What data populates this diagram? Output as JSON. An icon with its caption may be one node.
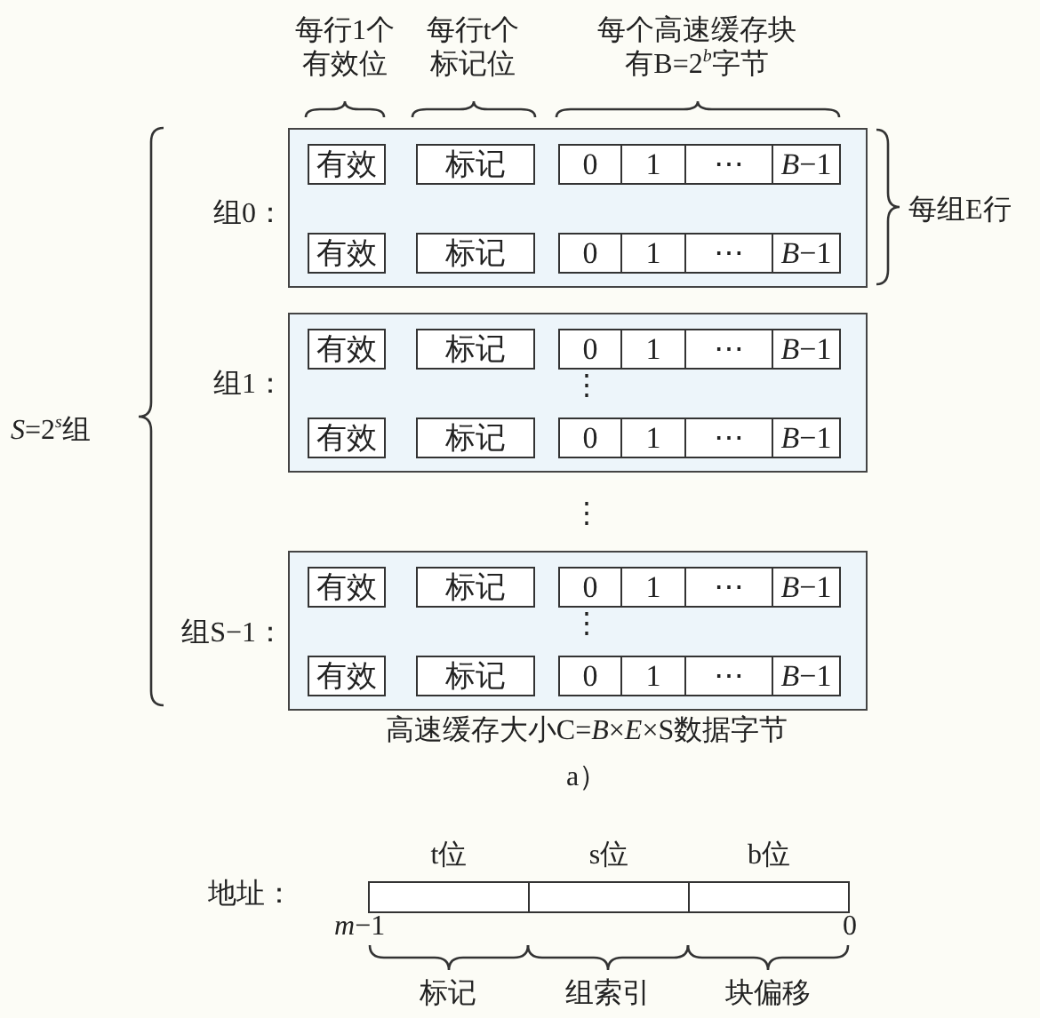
{
  "diagram": {
    "nodes": [
      {
        "text": [],
        "shape": "box",
        "beside": [
          "组0："
        ]
      },
      {
        "text": [
          "有效"
        ],
        "in": 0
      },
      {
        "text": [
          "标记"
        ],
        "in": 0
      },
      {
        "text": [
          "0"
        ],
        "in": 0
      },
      {
        "text": [
          "1"
        ],
        "in": 0
      },
      {
        "text": [
          "⋯"
        ],
        "in": 0
      },
      {
        "text": [
          "*B*−1"
        ],
        "in": 0
      },
      {
        "text": [
          "有效"
        ],
        "in": 0
      },
      {
        "text": [
          "标记"
        ],
        "in": 0
      },
      {
        "text": [
          "0"
        ],
        "in": 0
      },
      {
        "text": [
          "1"
        ],
        "in": 0
      },
      {
        "text": [
          "⋯"
        ],
        "in": 0
      },
      {
        "text": [
          "*B*−1"
        ],
        "in": 0
      },
      {
        "text": [],
        "shape": "box",
        "beside": [
          "组1："
        ]
      },
      {
        "text": [
          "有效"
        ],
        "in": 13
      },
      {
        "text": [
          "标记"
        ],
        "in": 13
      },
      {
        "text": [
          "0"
        ],
        "in": 13
      },
      {
        "text": [
          "1"
        ],
        "in": 13
      },
      {
        "text": [
          "⋯"
        ],
        "in": 13
      },
      {
        "text": [
          "*B*−1"
        ],
        "in": 13
      },
      {
        "text": [
          "有效"
        ],
        "in": 13
      },
      {
        "text": [
          "标记"
        ],
        "in": 13
      },
      {
        "text": [
          "0"
        ],
        "in": 13
      },
      {
        "text": [
          "1"
        ],
        "in": 13
      },
      {
        "text": [
          "⋯"
        ],
        "in": 13
      },
      {
        "text": [
          "*B*−1"
        ],
        "in": 13
      },
      {
        "text": [],
        "shape": "box",
        "beside": [
          "组S−1："
        ]
      },
      {
        "text": [
          "有效"
        ],
        "in": 26
      },
      {
        "text": [
          "标记"
        ],
        "in": 26
      },
      {
        "text": [
          "0"
        ],
        "in": 26
      },
      {
        "text": [
          "1"
        ],
        "in": 26
      },
      {
        "text": [
          "⋯"
        ],
        "in": 26
      },
      {
        "text": [
          "*B*−1"
        ],
        "in": 26
      },
      {
        "text": [
          "有效"
        ],
        "in": 26
      },
      {
        "text": [
          "标记"
        ],
        "in": 26
      },
      {
        "text": [
          "0"
        ],
        "in": 26
      },
      {
        "text": [
          "1"
        ],
        "in": 26
      },
      {
        "text": [
          "⋯"
        ],
        "in": 26
      },
      {
        "text": [
          "*B*−1"
        ],
        "in": 26
      },
      {
        "text": [],
        "shape": "box",
        "beside": [
          "t位"
        ]
      },
      {
        "text": [],
        "shape": "box",
        "beside": [
          "s位"
        ]
      },
      {
        "text": [],
        "shape": "box",
        "beside": [
          "b位"
        ]
      }
    ],
    "edges": [],
    "labels": [
      "每行1个有效位",
      "每行t个标记位",
      "每个高速缓存块有B=2$^{b}$字节",
      "每组E行",
      "⋮",
      "*S*=2$^{s}$组",
      "⋮",
      "⋮",
      "高速缓存大小C=*B*×*E*×S数据字节",
      "a）",
      "地址：",
      "*m*−1",
      "0",
      "标记",
      "组索引",
      "块偏移"
    ]
  }
}
